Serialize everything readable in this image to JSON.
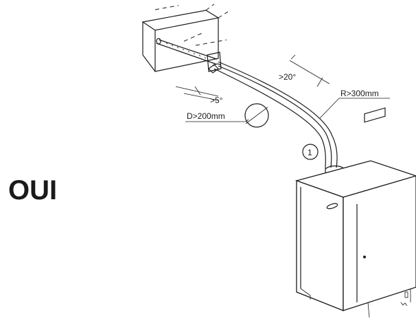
{
  "verdict": "OUI",
  "labels": {
    "angle_outlet": ">20°",
    "angle_duct": ">5°",
    "radius": "R>300mm",
    "diameter": "D>200mm",
    "callout": "1"
  }
}
